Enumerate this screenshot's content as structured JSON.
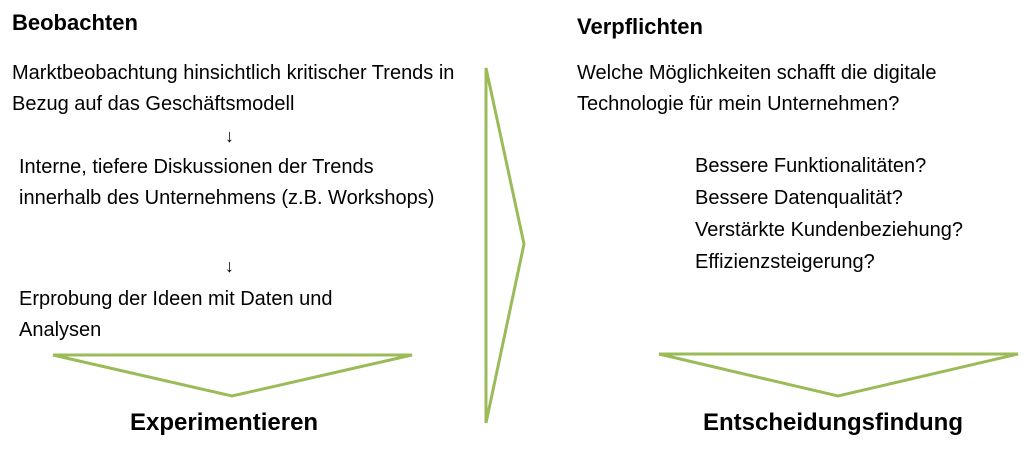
{
  "colors": {
    "accent_green": "#9bbb59",
    "text": "#000000"
  },
  "left": {
    "heading": "Beobachten",
    "step1": "Marktbeobachtung hinsichtlich kritischer Trends in Bezug auf das Geschäftsmodell",
    "arrow1": "↓",
    "step2": "Interne, tiefere Diskussionen der Trends innerhalb des Unternehmens (z.B. Workshops)",
    "arrow2": "↓",
    "step3": "Erprobung der Ideen mit Daten und Analysen",
    "footer": "Experimentieren"
  },
  "right": {
    "heading": "Verpflichten",
    "question": "Welche Möglichkeiten schafft die digitale Technologie für mein Unternehmen?",
    "items": [
      "Bessere Funktionalitäten?",
      "Bessere Datenqualität?",
      "Verstärkte Kundenbeziehung?",
      "Effizienzsteigerung?"
    ],
    "footer": "Entscheidungsfindung"
  },
  "shapes": {
    "left_triangle": "triangle-down-outline",
    "center_chevron": "chevron-right-outline",
    "right_triangle": "triangle-down-outline"
  }
}
